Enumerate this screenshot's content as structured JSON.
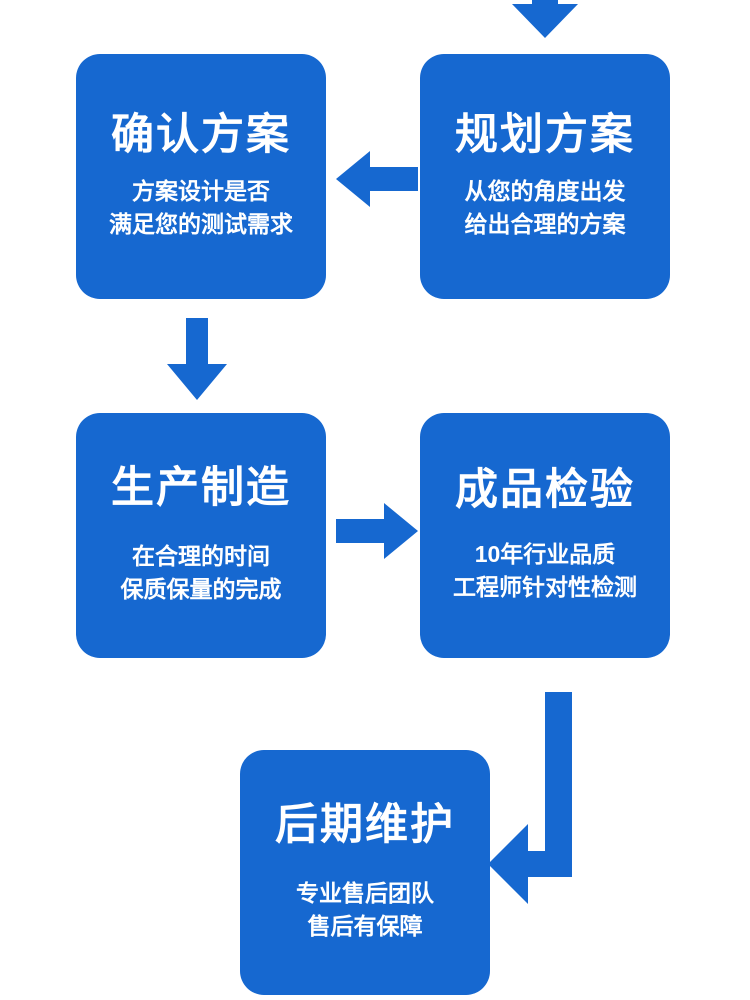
{
  "diagram": {
    "type": "process-flowchart",
    "orientation": "serpentine",
    "accent_color": "#1668d0",
    "text_color": "#ffffff",
    "background_color": "#ffffff",
    "nodes": [
      {
        "id": "node-1",
        "order": 2,
        "title": "确认方案",
        "subtitle_lines": [
          "方案设计是否",
          "满足您的测试需求"
        ]
      },
      {
        "id": "node-2",
        "order": 1,
        "title": "规划方案",
        "subtitle_lines": [
          "从您的角度出发",
          "给出合理的方案"
        ]
      },
      {
        "id": "node-3",
        "order": 3,
        "title": "生产制造",
        "subtitle_lines": [
          "在合理的时间",
          "保质保量的完成"
        ]
      },
      {
        "id": "node-4",
        "order": 4,
        "title": "成品检验",
        "subtitle_lines": [
          "10年行业品质",
          "工程师针对性检测"
        ]
      },
      {
        "id": "node-5",
        "order": 5,
        "title": "后期维护",
        "subtitle_lines": [
          "专业售后团队",
          "售后有保障"
        ]
      }
    ],
    "connectors": [
      {
        "id": "arrow-top",
        "icon": "arrow-down-icon",
        "direction": "down",
        "from": "entry",
        "to": "node-2"
      },
      {
        "id": "arrow-right-to-left",
        "icon": "arrow-left-icon",
        "direction": "left",
        "from": "node-2",
        "to": "node-1"
      },
      {
        "id": "arrow-down-left",
        "icon": "arrow-down-icon",
        "direction": "down",
        "from": "node-1",
        "to": "node-3"
      },
      {
        "id": "arrow-left-to-right",
        "icon": "arrow-right-icon",
        "direction": "right",
        "from": "node-3",
        "to": "node-4"
      },
      {
        "id": "arrow-elbow",
        "icon": "arrow-elbow-down-left-icon",
        "direction": "down-then-left",
        "from": "node-4",
        "to": "node-5"
      }
    ]
  }
}
